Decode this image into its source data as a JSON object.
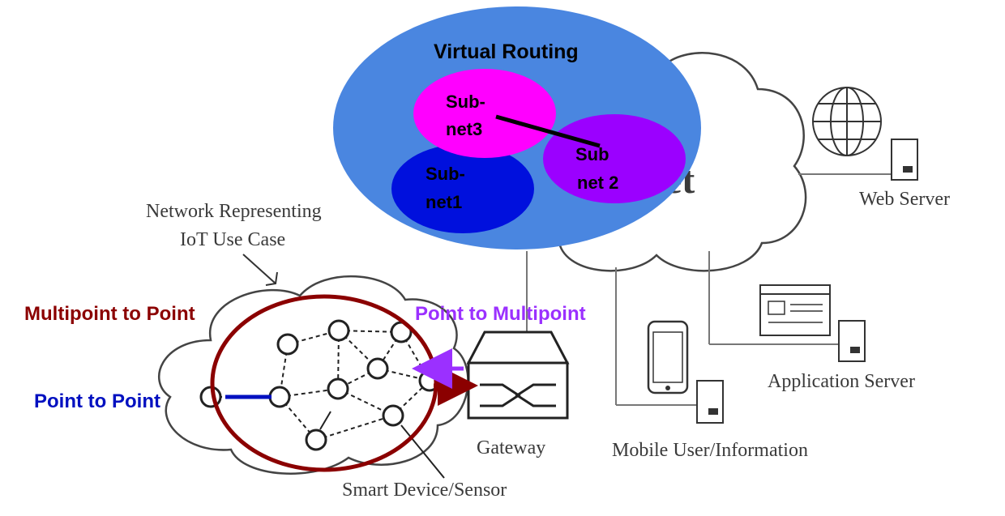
{
  "cloud_label": "et",
  "virtual_routing": {
    "title": "Virtual Routing",
    "subnet3": [
      "Sub-",
      "net3"
    ],
    "subnet2": [
      "Sub",
      "net 2"
    ],
    "subnet1": [
      "Sub-",
      "net1"
    ]
  },
  "nodes": {
    "web_server": "Web Server",
    "application_server": "Application Server",
    "mobile_user": "Mobile User/Information",
    "gateway": "Gateway",
    "smart_device": "Smart Device/Sensor"
  },
  "callout": [
    "Network Representing",
    "IoT Use Case"
  ],
  "annotations": {
    "multipoint_to_point": "Multipoint to Point",
    "point_to_multipoint": "Point to Multipoint",
    "point_to_point": "Point to Point"
  },
  "colors": {
    "routing_oval": "#4a86e0",
    "subnet3": "#ff00ff",
    "subnet2": "#9b00ff",
    "subnet1": "#0010dd",
    "multipoint_to_point": "#8b0000",
    "point_to_multipoint": "#9b30ff",
    "point_to_point": "#0010c0"
  }
}
